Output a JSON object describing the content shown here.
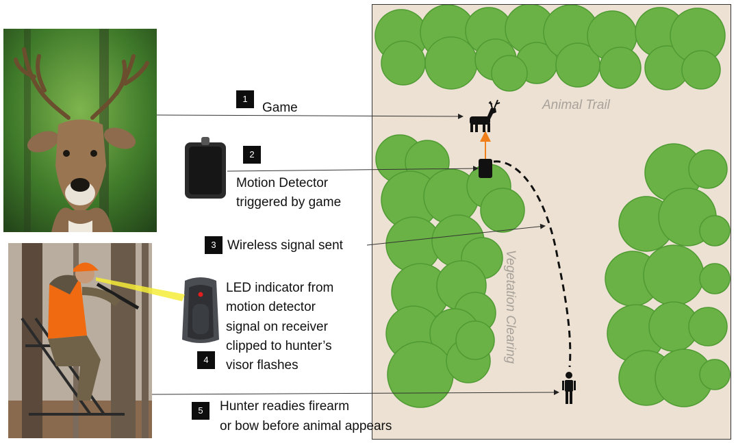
{
  "steps": [
    {
      "num": "1",
      "text": "Game"
    },
    {
      "num": "2",
      "text_line1": "Motion Detector",
      "text_line2": "triggered by game"
    },
    {
      "num": "3",
      "text": "Wireless signal sent"
    },
    {
      "num": "4",
      "text_lines": [
        "LED indicator from",
        "motion detector",
        "signal on receiver",
        "clipped to hunter’s",
        "visor flashes"
      ]
    },
    {
      "num": "5",
      "text_line1": "Hunter readies firearm",
      "text_line2": "or bow before animal appears"
    }
  ],
  "map": {
    "trail_label": "Animal Trail",
    "clearing_label": "Vegetation Clearing"
  },
  "colors": {
    "foliage": "#6ab245",
    "foliage_edge": "#4f9a33",
    "ground": "#ece1d2",
    "signal_arrow": "#f07f1a",
    "blaze_orange": "#f06a12"
  }
}
